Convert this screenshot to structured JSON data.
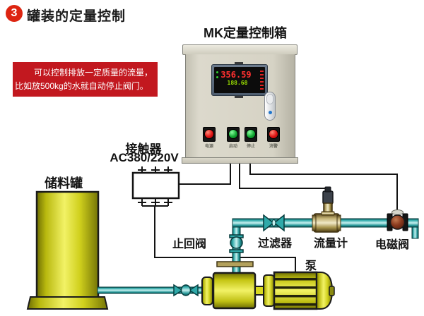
{
  "header": {
    "badge": "3",
    "title": "罐装的定量控制"
  },
  "info_box": {
    "line1": "可以控制排放一定质量的流量，",
    "line2": "比如放500kg的水就自动停止阀门。"
  },
  "control_box": {
    "title": "MK定量控制箱",
    "display": {
      "primary": "356.59",
      "secondary": "188.68"
    },
    "buttons": [
      {
        "label": "电源",
        "color": "#e01414"
      },
      {
        "label": "启动",
        "color": "#12a832"
      },
      {
        "label": "停止",
        "color": "#12a832"
      },
      {
        "label": "消警",
        "color": "#e01414"
      }
    ]
  },
  "contactor": {
    "label": "接触器",
    "voltage": "AC380/220V"
  },
  "labels": {
    "tank": "储料罐",
    "check_valve": "止回阀",
    "filter": "过滤器",
    "flow_meter": "流量计",
    "solenoid_valve": "电磁阀",
    "pump": "泵"
  },
  "colors": {
    "accent_red": "#c2181f",
    "badge_red": "#dd2511",
    "pipe_teal": "#2fa9a9",
    "equipment_yellow": "#d8d820",
    "display_primary": "#ff3030",
    "display_secondary": "#9ae000"
  }
}
